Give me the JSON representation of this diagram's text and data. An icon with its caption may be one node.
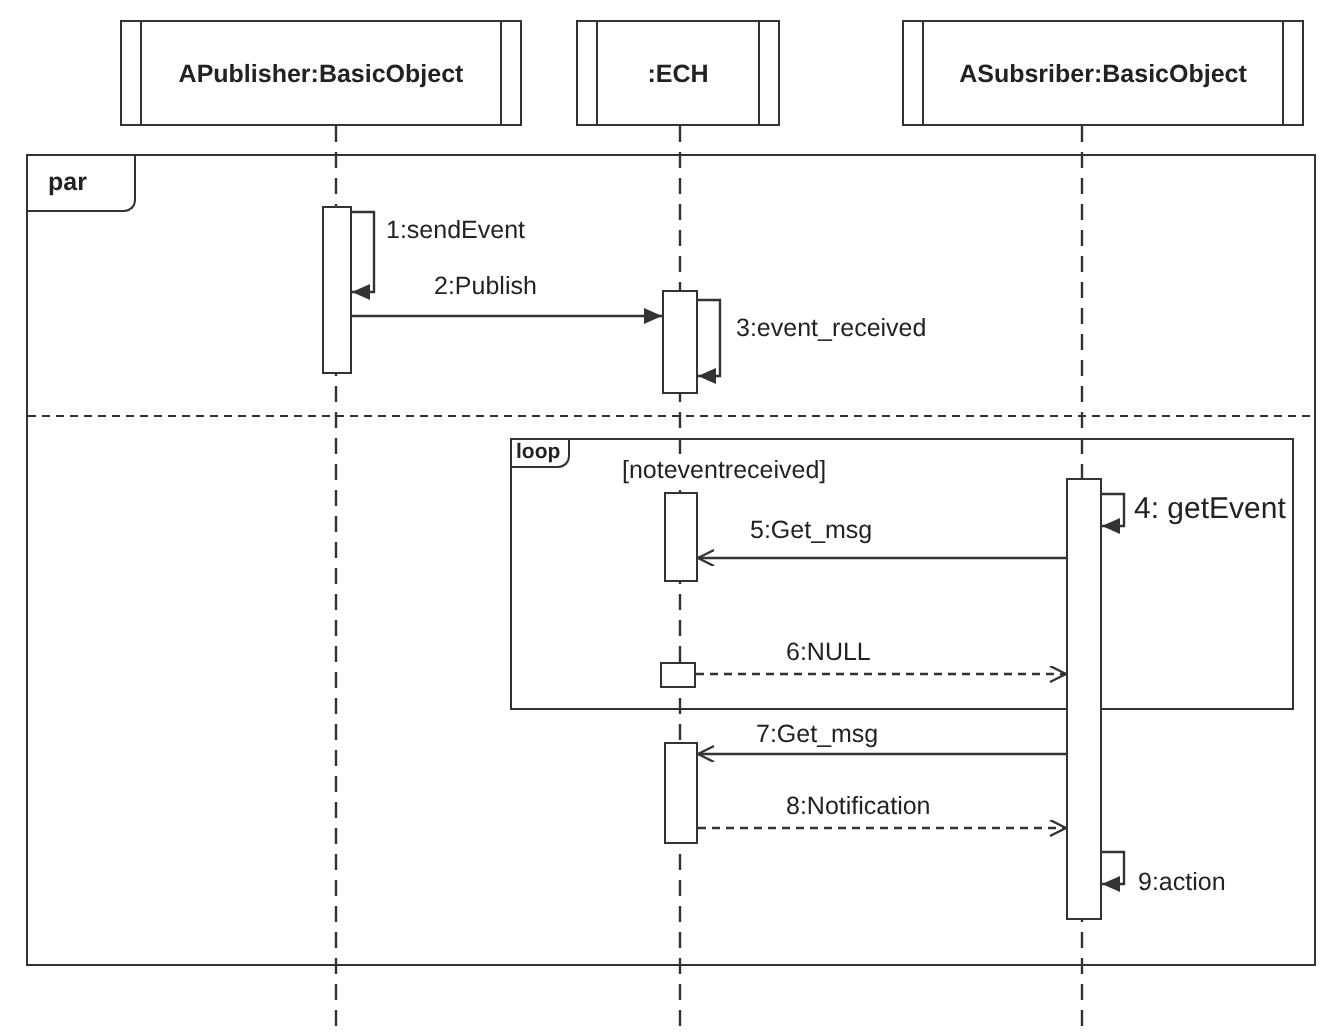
{
  "diagram": {
    "nodes": [
      {
        "text": [
          "APublisher:BasicObject"
        ]
      },
      {
        "text": [
          ":ECH"
        ]
      },
      {
        "text": [
          "ASubsriber:BasicObject"
        ]
      },
      {
        "text": [
          "par"
        ]
      },
      {
        "text": [
          "loop",
          "[noteventreceived]"
        ],
        "in": 3
      },
      {
        "text": [],
        "shape": "bar",
        "in": 3
      },
      {
        "text": [],
        "shape": "bar",
        "in": 3
      },
      {
        "text": [],
        "shape": "bar",
        "in": 3
      },
      {
        "text": [],
        "shape": "bar",
        "in": 4
      },
      {
        "text": [],
        "shape": "bar",
        "in": 4
      },
      {
        "text": [],
        "shape": "bar",
        "in": 3
      }
    ],
    "edges": [
      {
        "from": 5,
        "to": 5,
        "arrow": "to",
        "label": "1:sendEvent"
      },
      {
        "from": 5,
        "to": 6,
        "arrow": "to",
        "label": "2:Publish"
      },
      {
        "from": 6,
        "to": 6,
        "arrow": "to",
        "label": "3:event_received"
      },
      {
        "from": 7,
        "to": 7,
        "arrow": "to",
        "label": "4: getEvent"
      },
      {
        "from": 7,
        "to": 8,
        "arrow": "to",
        "label": "5:Get_msg"
      },
      {
        "from": 9,
        "to": 7,
        "arrow": "to",
        "label": "6:NULL",
        "style": "dashed"
      },
      {
        "from": 7,
        "to": 10,
        "arrow": "to",
        "label": "7:Get_msg"
      },
      {
        "from": 10,
        "to": 7,
        "arrow": "to",
        "label": "8:Notification",
        "style": "dashed"
      },
      {
        "from": 7,
        "to": 7,
        "arrow": "to",
        "label": "9:action"
      }
    ]
  }
}
